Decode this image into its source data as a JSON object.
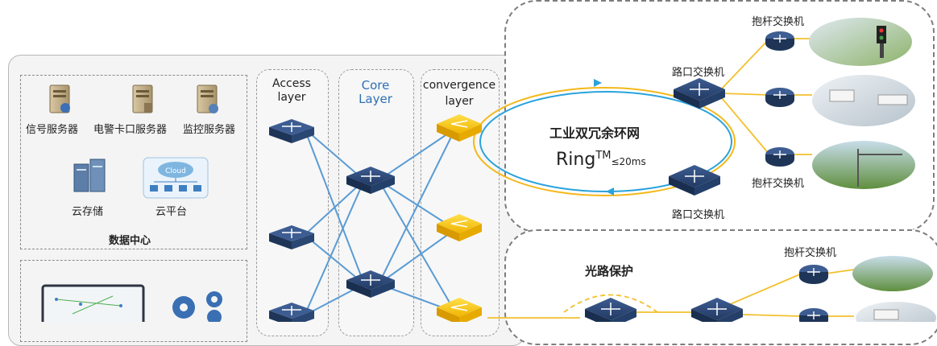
{
  "datacenter": {
    "servers": [
      {
        "label": "信号服务器"
      },
      {
        "label": "电警卡口服务器"
      },
      {
        "label": "监控服务器"
      }
    ],
    "storage_label": "云存储",
    "cloud_label": "云平台",
    "cloud_icon_text": "Cloud",
    "title": "数据中心"
  },
  "layers": {
    "access": {
      "line1": "Access",
      "line2": "layer"
    },
    "core": {
      "line1": "Core",
      "line2": "Layer"
    },
    "convergence": {
      "line1": "convergence",
      "line2": "layer"
    }
  },
  "ring": {
    "title": "工业双冗余环网",
    "ring_word": "Ring",
    "tm": "TM",
    "time": "≤20ms",
    "road_switch_top": "路口交换机",
    "road_switch_bottom": "路口交换机",
    "pole_switch_top": "抱杆交换机",
    "pole_switch_bottom": "抱杆交换机"
  },
  "optical": {
    "title": "光路保护",
    "pole_switch": "抱杆交换机"
  },
  "colors": {
    "ring_blue": "#2aa3dc",
    "ring_yellow": "#f3b81a",
    "link_blue": "#5a9bd4",
    "link_yellow": "#f2c12e",
    "switch_navy": "#2d4a7a",
    "conv_yellow": "#f7c91d"
  }
}
